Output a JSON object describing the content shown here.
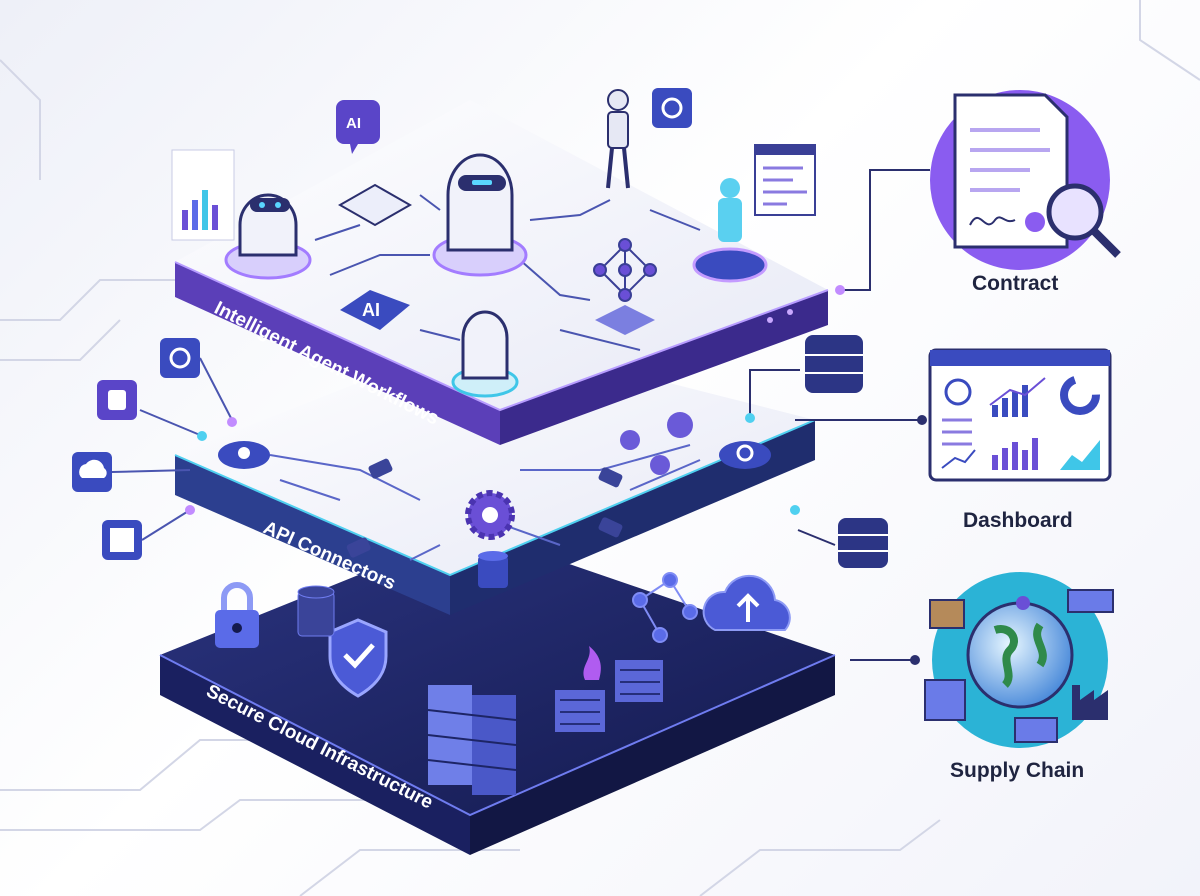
{
  "layers": [
    {
      "label": "Intelligent Agent Workflows",
      "color": "#5b3fb8"
    },
    {
      "label": "API Connectors",
      "color": "#2c3f8f"
    },
    {
      "label": "Secure Cloud Infrastructure",
      "color": "#1d2566"
    }
  ],
  "badges": {
    "ai_chip": "AI",
    "ai_bubble": "AI"
  },
  "outputs": [
    {
      "label": "Contract",
      "color": "#8a5cf0"
    },
    {
      "label": "Dashboard",
      "color": "#3b4fd1"
    },
    {
      "label": "Supply Chain",
      "color": "#2bb3d6"
    }
  ],
  "colors": {
    "accent": "#6c4ce0",
    "cyan": "#3fc6e8",
    "navy": "#1d2566"
  }
}
